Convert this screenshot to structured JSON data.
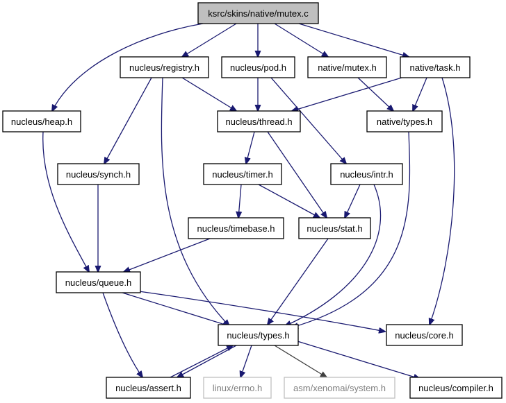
{
  "diagram": {
    "nodes": {
      "root": "ksrc/skins/native/mutex.c",
      "registry": "nucleus/registry.h",
      "pod": "nucleus/pod.h",
      "native_mutex": "native/mutex.h",
      "native_task": "native/task.h",
      "heap": "nucleus/heap.h",
      "thread": "nucleus/thread.h",
      "native_types": "native/types.h",
      "synch": "nucleus/synch.h",
      "timer": "nucleus/timer.h",
      "intr": "nucleus/intr.h",
      "timebase": "nucleus/timebase.h",
      "stat": "nucleus/stat.h",
      "queue": "nucleus/queue.h",
      "types": "nucleus/types.h",
      "core": "nucleus/core.h",
      "assert": "nucleus/assert.h",
      "errno": "linux/errno.h",
      "system": "asm/xenomai/system.h",
      "compiler": "nucleus/compiler.h"
    },
    "styles": {
      "root_fill": "#bfbfbf",
      "missing_stroke": "#bfbfbf",
      "edge_color": "#191970",
      "system_edge_color": "#404040"
    }
  }
}
